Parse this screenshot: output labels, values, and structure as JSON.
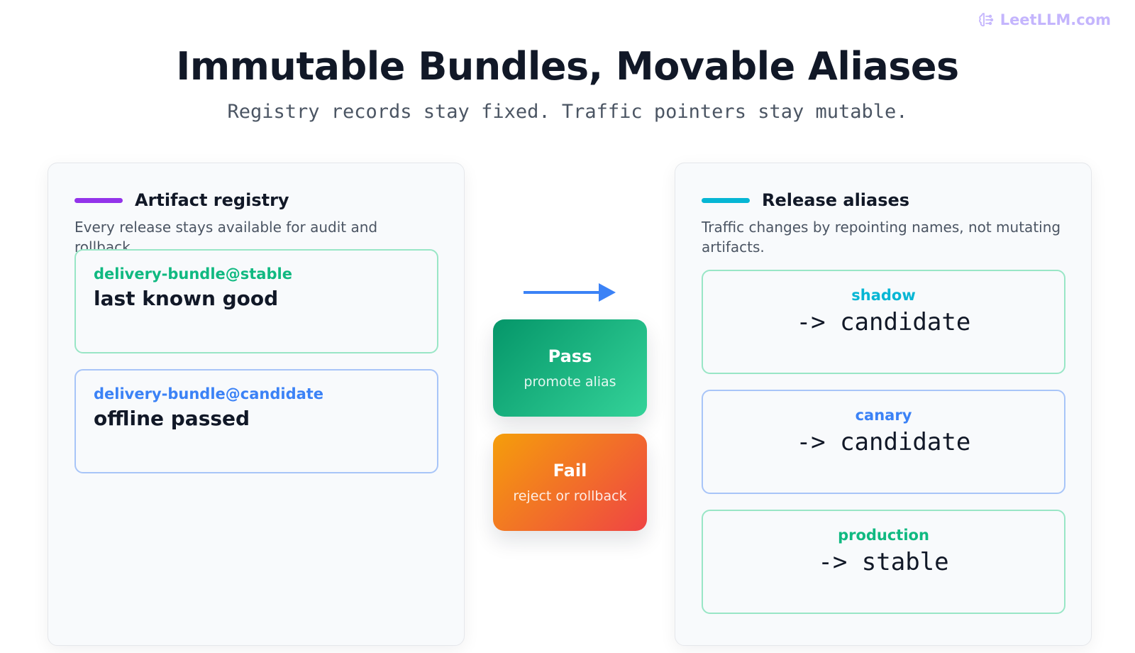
{
  "brand": {
    "text": "LeetLLM.com",
    "icon": "brain-icon",
    "color": "#c4b5fd"
  },
  "header": {
    "title": "Immutable Bundles, Movable Aliases",
    "subtitle": "Registry records stay fixed. Traffic pointers stay mutable."
  },
  "registry": {
    "title": "Artifact registry",
    "description": "Every release stays available for audit and rollback.",
    "accent": "#9333ea",
    "items": [
      {
        "name": "delivery-bundle@stable",
        "status": "last known good",
        "color": "#10b981"
      },
      {
        "name": "delivery-bundle@candidate",
        "status": "offline passed",
        "color": "#3b82f6"
      }
    ]
  },
  "transition": {
    "arrow_icon": "arrow-right-icon",
    "arrow_color": "#3b82f6",
    "pass": {
      "title": "Pass",
      "subtitle": "promote alias"
    },
    "fail": {
      "title": "Fail",
      "subtitle": "reject or rollback"
    }
  },
  "aliases": {
    "title": "Release aliases",
    "description": "Traffic changes by repointing names, not mutating artifacts.",
    "accent": "#06b6d4",
    "items": [
      {
        "name": "shadow",
        "target": "-> candidate",
        "color": "#06b6d4"
      },
      {
        "name": "canary",
        "target": "-> candidate",
        "color": "#3b82f6"
      },
      {
        "name": "production",
        "target": "-> stable",
        "color": "#10b981"
      }
    ]
  }
}
